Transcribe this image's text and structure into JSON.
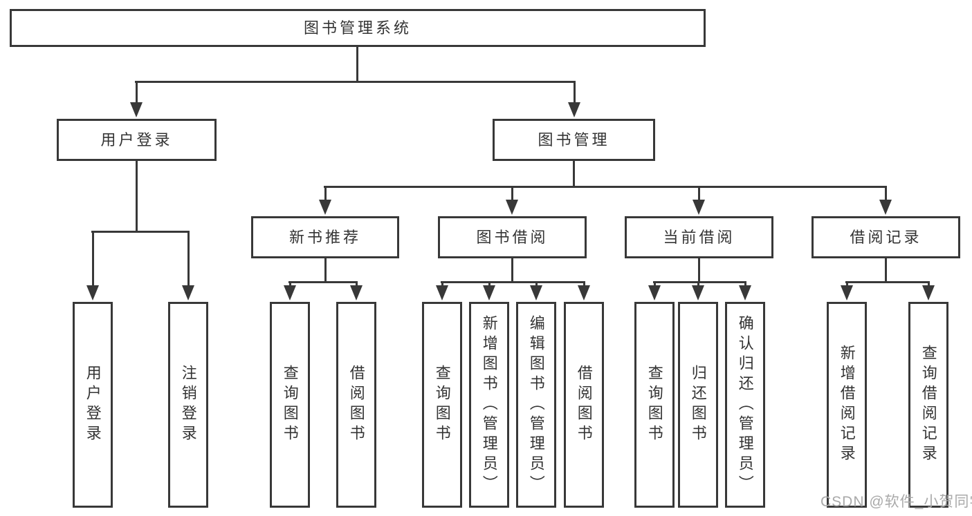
{
  "diagram": {
    "type": "hierarchy-tree",
    "colors": {
      "line": "#383838",
      "box_border": "#383838",
      "text": "#333333",
      "background": "#ffffff",
      "watermark": "#a9a9a9"
    },
    "nodes": {
      "root": "图书管理系统",
      "user_login": "用户登录",
      "book_management": "图书管理",
      "login_leaf": "用户登录",
      "logout_leaf": "注销登录",
      "new_book_recommend": "新书推荐",
      "book_borrow": "图书借阅",
      "current_borrow": "当前借阅",
      "borrow_records": "借阅记录",
      "nbr_query_books": "查询图书",
      "nbr_borrow_books": "借阅图书",
      "bb_query_books": "查询图书",
      "bb_add_books_admin": "新增图书（管理员）",
      "bb_edit_books_admin": "编辑图书（管理员）",
      "bb_borrow_books": "借阅图书",
      "cb_query_books": "查询图书",
      "cb_return_books": "归还图书",
      "cb_confirm_return_admin": "确认归还（管理员）",
      "br_add_record": "新增借阅记录",
      "br_query_record": "查询借阅记录"
    },
    "watermark": "CSDN @软件_小贺同学"
  }
}
